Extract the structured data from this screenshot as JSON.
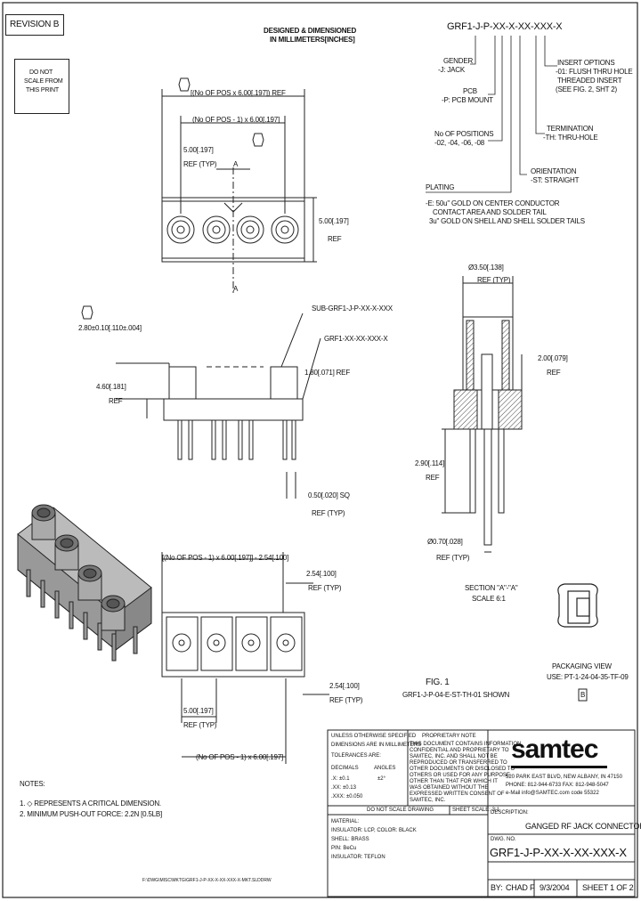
{
  "revision": "REVISION B",
  "do_not_scale": [
    "DO NOT",
    "SCALE FROM",
    "THIS PRINT"
  ],
  "header": [
    "DESIGNED & DIMENSIONED",
    "IN MILLIMETERS[INCHES]"
  ],
  "part_code": "GRF1-J-P-XX-X-XX-XXX-X",
  "callouts": {
    "gender": [
      "GENDER",
      "-J: JACK"
    ],
    "pcb": [
      "PCB",
      "-P: PCB MOUNT"
    ],
    "positions": [
      "No OF POSITIONS",
      "-02, -04, -06, -08"
    ],
    "plating": [
      "PLATING",
      "-E: 50u\" GOLD ON CENTER CONDUCTOR",
      "CONTACT AREA AND SOLDER TAIL",
      "3u\" GOLD ON SHELL AND SHELL SOLDER TAILS"
    ],
    "orientation": [
      "ORIENTATION",
      "-ST: STRAIGHT"
    ],
    "termination": [
      "TERMINATION",
      "-TH: THRU-HOLE"
    ],
    "insert": [
      "INSERT OPTIONS",
      "-01: FLUSH THRU HOLE",
      "THREADED INSERT",
      "(SEE FIG. 2, SHT 2)"
    ]
  },
  "dims": {
    "top_total": "[(No OF POS x 6.00[.197]) REF",
    "top_pitch": "(No OF POS - 1) x 6.00[.197]",
    "top_500": "5.00[.197]",
    "top_500_ref": "REF (TYP)",
    "height_500": "5.00[.197]",
    "height_ref": "REF",
    "section_a": "A",
    "side_sub": "SUB-GRF1-J-P-XX-X-XXX",
    "side_part": "GRF1-XX-XX-XXX-X",
    "side_280": "2.80±0.10[.110±.004]",
    "side_460": "4.60[.181]",
    "side_ref": "REF",
    "side_180": "1.80[.071] REF",
    "side_050": "0.50[.020] SQ",
    "side_050_ref": "REF (TYP)",
    "sec_350": "Ø3.50[.138]",
    "sec_350_ref": "REF (TYP)",
    "sec_200": "2.00[.079]",
    "sec_200_ref": "REF",
    "sec_290": "2.90[.114]",
    "sec_290_ref": "REF",
    "sec_070": "Ø0.70[.028]",
    "sec_070_ref": "REF (TYP)",
    "bot_total": "[(No OF POS - 1) x 6.00[.197]] - 2.54[.100]",
    "bot_254": "2.54[.100]",
    "bot_254_ref": "REF (TYP)",
    "bot_254b": "2.54[.100]",
    "bot_254b_ref": "REF (TYP)",
    "bot_500": "5.00[.197]",
    "bot_500_ref": "REF (TYP)",
    "bot_pitch": "(No OF POS - 1) x 6.00[.197]"
  },
  "section_label": [
    "SECTION \"A\"-\"A\"",
    "SCALE 6:1"
  ],
  "fig1": [
    "FIG. 1",
    "GRF1-J-P-04-E-ST-TH-01 SHOWN"
  ],
  "packaging": [
    "PACKAGING VIEW",
    "USE: PT-1-24-04-35-TF-09"
  ],
  "packaging_tag": "B",
  "notes": [
    "NOTES:",
    "1. ◇ REPRESENTS A CRITICAL DIMENSION.",
    "2. MINIMUM PUSH-OUT FORCE: 2.2N [0.5LB]"
  ],
  "tolerance": {
    "title": [
      "UNLESS OTHERWISE SPECIFIED",
      "DIMENSIONS ARE IN MILLIMETERS",
      "TOLERANCES ARE:"
    ],
    "cols": [
      "DECIMALS",
      "ANGLES"
    ],
    "rows": [
      ".X: ±0.1",
      ".XX: ±0.13",
      ".XXX: ±0.050"
    ],
    "angle": "±2°"
  },
  "proprietary": [
    "PROPRIETARY NOTE",
    "THIS DOCUMENT CONTAINS INFORMATION",
    "CONFIDENTIAL AND PROPRIETARY TO",
    "SAMTEC, INC. AND SHALL NOT BE",
    "REPRODUCED OR TRANSFERRED TO",
    "OTHER DOCUMENTS OR DISCLOSED TO",
    "OTHERS OR USED FOR ANY PURPOSE",
    "OTHER THAN THAT FOR WHICH IT",
    "WAS OBTAINED WITHOUT THE",
    "EXPRESSED WRITTEN CONSENT OF",
    "SAMTEC, INC."
  ],
  "company": {
    "logo": "samtec",
    "address": [
      "520 PARK EAST BLVD, NEW ALBANY, IN 47150",
      "PHONE: 812-944-6733  FAX: 812-948-5047",
      "e-Mail info@SAMTEC.com  code 55322"
    ]
  },
  "scale_row": [
    "DO NOT SCALE DRAWING",
    "SHEET SCALE: 3:1"
  ],
  "material": [
    "MATERIAL:",
    "INSULATOR: LCP, COLOR: BLACK",
    "SHELL: BRASS",
    "PIN: BeCu",
    "INSULATOR: TEFLON"
  ],
  "description_label": "DESCRIPTION:",
  "description": "GANGED RF JACK CONNECTOR",
  "dwg_label": "DWG. NO.",
  "dwg_no": "GRF1-J-P-XX-X-XX-XXX-X",
  "by": "BY:",
  "drawn_by": "CHAD F",
  "date": "9/3/2004",
  "sheet": "SHEET 1 OF 2",
  "footer_path": "F:\\DWG\\MISC\\MKTG\\GRF1-J-P-XX-X-XX-XXX-X-MKT.SLDDRW",
  "colors": {
    "ink": "#1a1a1a",
    "hatch": "#555555"
  }
}
